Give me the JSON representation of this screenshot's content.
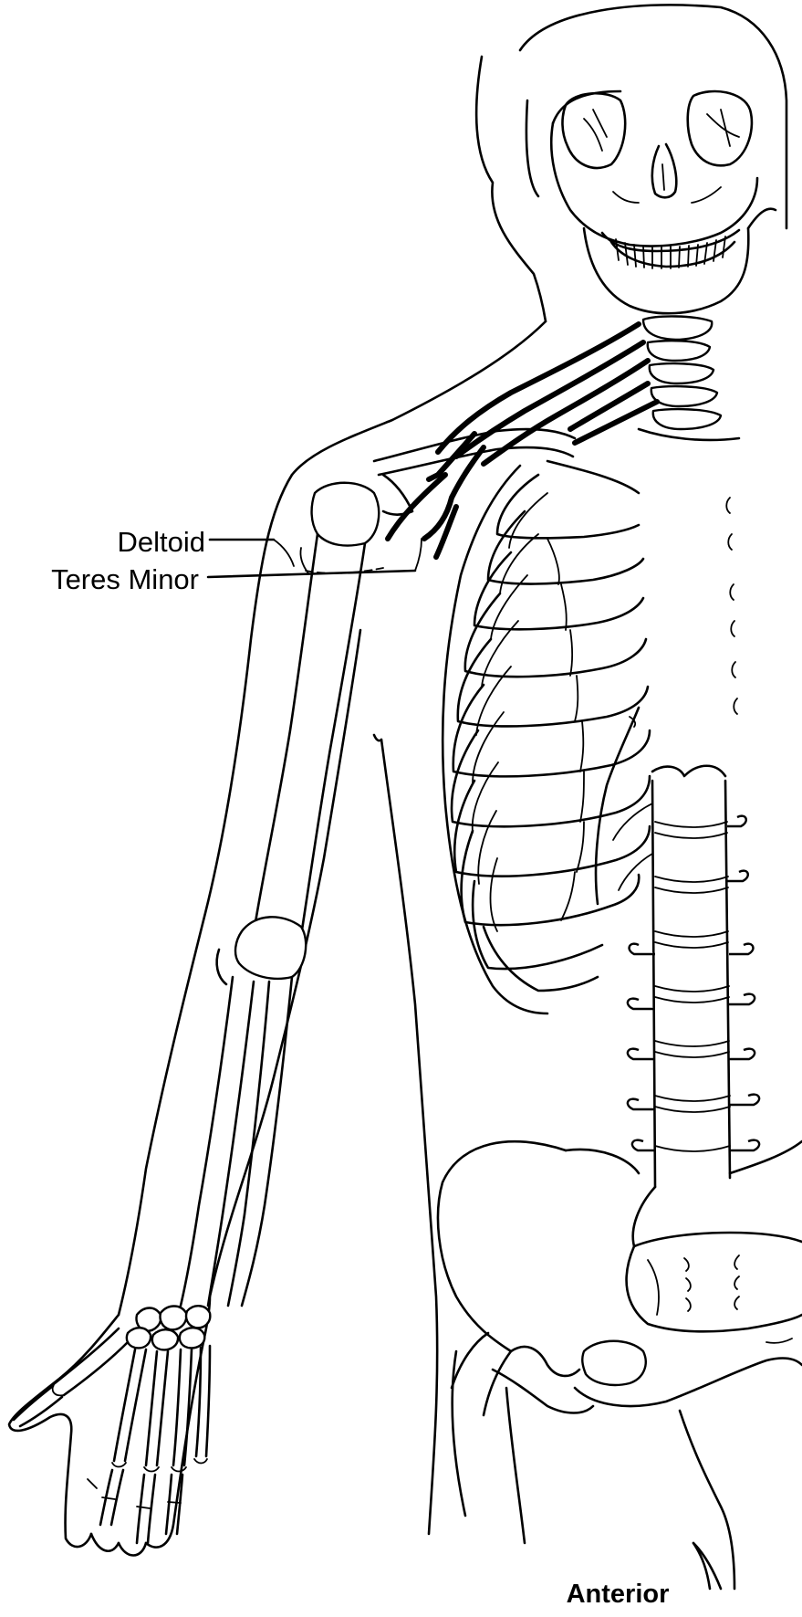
{
  "labels": {
    "deltoid": "Deltoid",
    "teres_minor": "Teres Minor",
    "view": "Anterior"
  },
  "colors": {
    "line": "#000000",
    "background": "#ffffff"
  }
}
